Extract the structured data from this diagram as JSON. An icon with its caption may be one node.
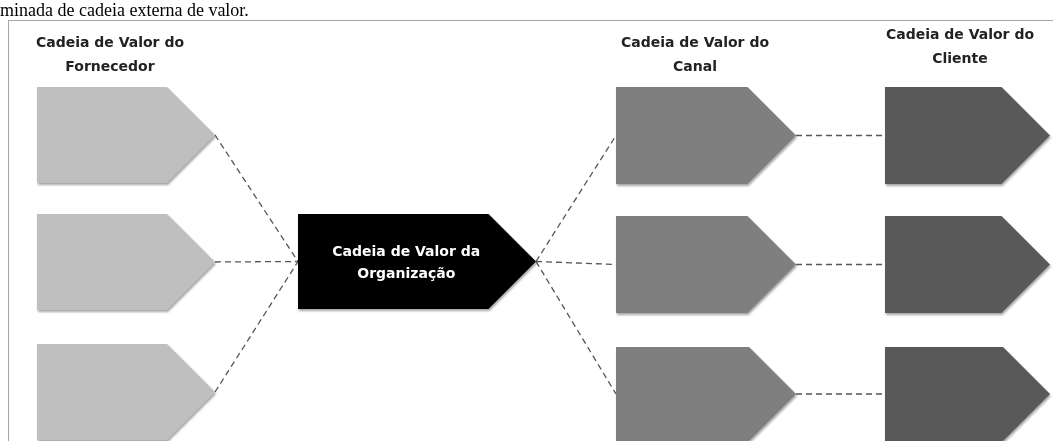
{
  "diagram": {
    "nodes": [
      {
        "text": [],
        "shape": "pentagon"
      },
      {
        "text": [],
        "shape": "pentagon"
      },
      {
        "text": [],
        "shape": "pentagon"
      },
      {
        "text": [
          "Cadeia de Valor da Organização"
        ]
      },
      {
        "text": [],
        "shape": "pentagon"
      },
      {
        "text": [],
        "shape": "pentagon"
      },
      {
        "text": [],
        "shape": "pentagon"
      },
      {
        "text": [],
        "shape": "pentagon"
      },
      {
        "text": [],
        "shape": "pentagon"
      },
      {
        "text": [],
        "shape": "pentagon"
      }
    ],
    "edges": [
      {
        "from": 0,
        "to": 3,
        "arrow": "none",
        "style": "dashed"
      },
      {
        "from": 1,
        "to": 3,
        "arrow": "none",
        "style": "dashed"
      },
      {
        "from": 2,
        "to": 3,
        "arrow": "none",
        "style": "dashed"
      },
      {
        "from": 3,
        "to": 4,
        "arrow": "none",
        "style": "dashed"
      },
      {
        "from": 3,
        "to": 5,
        "arrow": "none",
        "style": "dashed"
      },
      {
        "from": 3,
        "to": 6,
        "arrow": "none",
        "style": "dashed"
      },
      {
        "from": 4,
        "to": 7,
        "arrow": "none",
        "style": "dashed"
      },
      {
        "from": 5,
        "to": 8,
        "arrow": "none",
        "style": "dashed"
      },
      {
        "from": 6,
        "to": 9,
        "arrow": "none",
        "style": "dashed"
      }
    ],
    "labels": [
      "minada de cadeia externa de valor.",
      "Cadeia de Valor do Fornecedor",
      "Cadeia de Valor do Canal",
      "Cadeia de Valor do Cliente"
    ]
  }
}
